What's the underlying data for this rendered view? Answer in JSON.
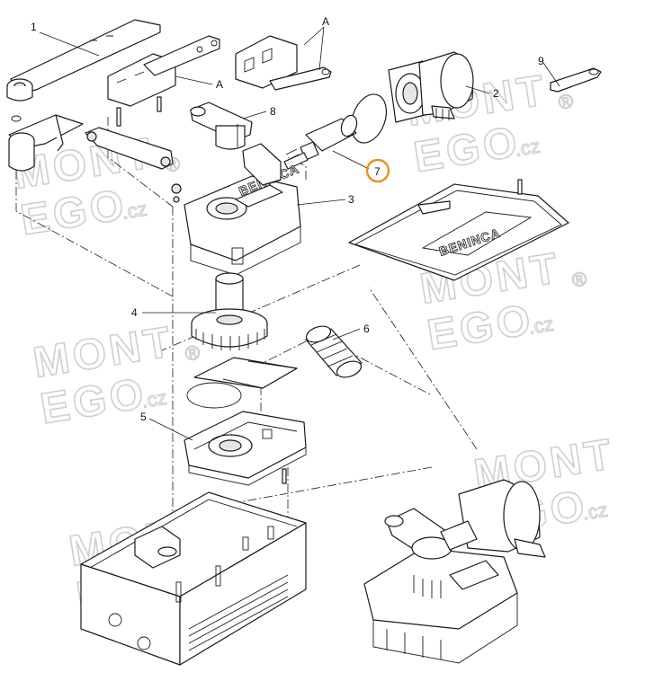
{
  "diagram": {
    "callouts": [
      {
        "id": "1",
        "label": "1"
      },
      {
        "id": "A1",
        "label": "A"
      },
      {
        "id": "A2",
        "label": "A"
      },
      {
        "id": "8",
        "label": "8"
      },
      {
        "id": "2",
        "label": "2"
      },
      {
        "id": "9",
        "label": "9"
      },
      {
        "id": "7",
        "label": "7"
      },
      {
        "id": "3",
        "label": "3"
      },
      {
        "id": "4",
        "label": "4"
      },
      {
        "id": "6",
        "label": "6"
      },
      {
        "id": "5",
        "label": "5"
      }
    ],
    "highlight": {
      "label": "7",
      "color": "#f28c1c"
    },
    "brand_plate_text": "BENINCA",
    "housing_brand_text": "BENINCA",
    "watermark": {
      "line1": "MONT",
      "line2": "EGO",
      "suffix": ".cz",
      "registered": "®",
      "color": "#cfcfcf"
    }
  }
}
